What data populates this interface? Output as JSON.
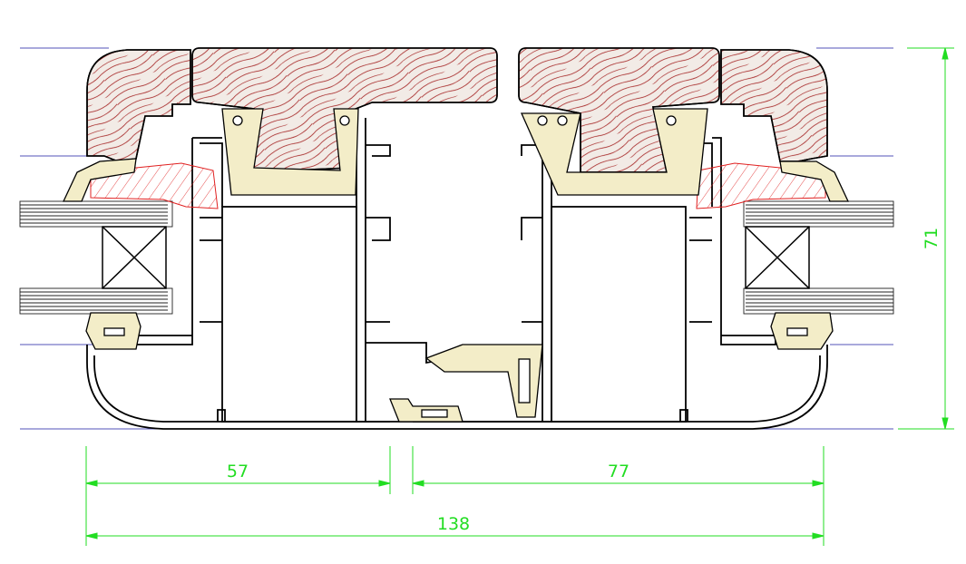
{
  "colors": {
    "background": "#ffffff",
    "profile_outline": "#000000",
    "wood_fill": "#f2ebe6",
    "wood_grain": "#a01818",
    "gasket_fill": "#f3edc8",
    "thermal_break": "#e02020",
    "dimension": "#22dd22",
    "reference_line": "#1a1aa0",
    "glass_line": "#202020"
  },
  "dimensions": {
    "left_width": "57",
    "right_width": "77",
    "total_width": "138",
    "height": "71"
  }
}
